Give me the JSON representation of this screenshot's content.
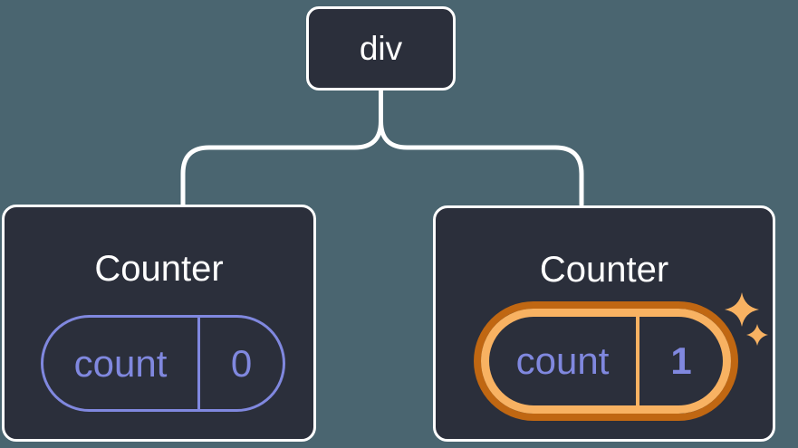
{
  "diagram": {
    "root": {
      "label": "div"
    },
    "children": [
      {
        "title": "Counter",
        "state_key": "count",
        "state_value": "0",
        "highlighted": false
      },
      {
        "title": "Counter",
        "state_key": "count",
        "state_value": "1",
        "highlighted": true
      }
    ],
    "icons": {
      "sparkles": "sparkles-icon"
    }
  },
  "colors": {
    "canvas_bg": "#4a6570",
    "node_bg": "#2b2f3b",
    "node_border": "#ffffff",
    "connector": "#ffffff",
    "state_accent": "#8088df",
    "highlight_outer": "#c06712",
    "highlight_inner": "#f8b262",
    "title_text": "#ffffff"
  }
}
